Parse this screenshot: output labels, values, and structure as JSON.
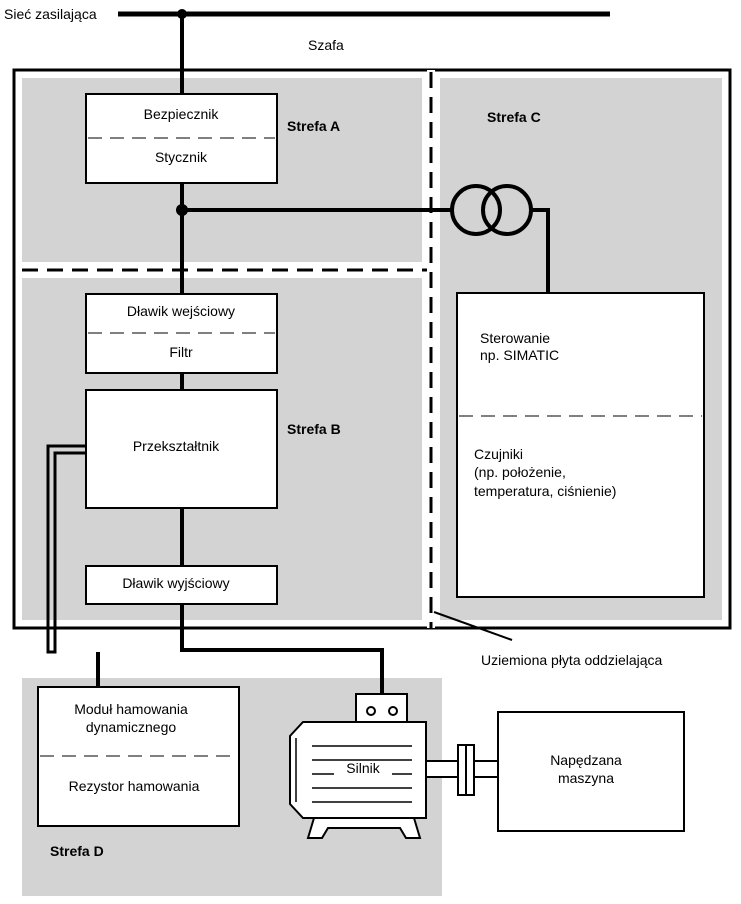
{
  "supply": {
    "label": "Sieć zasilająca"
  },
  "cabinet": {
    "label": "Szafa"
  },
  "zones": {
    "a": "Strefa A",
    "b": "Strefa B",
    "c": "Strefa C",
    "d": "Strefa D"
  },
  "blocks": {
    "fuse": "Bezpiecznik",
    "contactor": "Stycznik",
    "input_choke": "Dławik wejściowy",
    "filter": "Filtr",
    "converter": "Przekształtnik",
    "output_choke": "Dławik wyjściowy",
    "control_line1": "Sterowanie",
    "control_line2": "np. SIMATIC",
    "sensors_line1": "Czujniki",
    "sensors_line2": "(np. położenie,",
    "sensors_line3": "temperatura, ciśnienie)",
    "brake_module_line1": "Moduł hamowania",
    "brake_module_line2": "dynamicznego",
    "brake_resistor": "Rezystor hamowania",
    "motor": "Silnik",
    "driven_line1": "Napędzana",
    "driven_line2": "maszyna"
  },
  "annotations": {
    "grounded_plate": "Uziemiona płyta oddzielająca"
  },
  "colors": {
    "zone_fill": "#d3d3d3",
    "line": "#000000",
    "box_fill": "#ffffff"
  }
}
